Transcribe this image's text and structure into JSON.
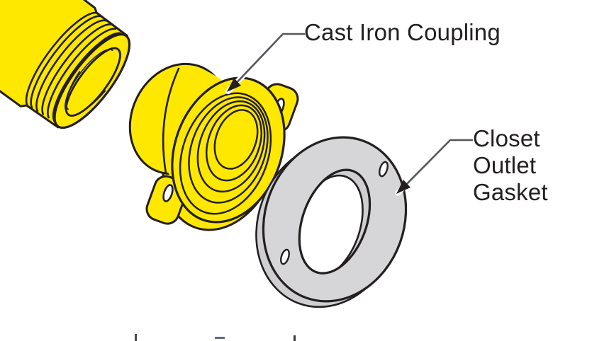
{
  "page": {
    "background": "#ffffff",
    "kind": "exploded parts diagram"
  },
  "figure": {
    "parts": [
      {
        "id": "threaded-pipe",
        "description": "threaded yellow pipe end",
        "fill": "#FFE800"
      },
      {
        "id": "cast-iron-coupling",
        "description": "yellow flanged coupling with ear lugs",
        "fill": "#FFE800"
      },
      {
        "id": "closet-outlet-gasket",
        "description": "gray ring gasket with bolt holes",
        "fill": "#D6D6D8"
      }
    ],
    "callouts": [
      {
        "text": "Cast Iron Coupling",
        "target": "cast-iron-coupling"
      },
      {
        "text": "Closet\nOutlet\nGasket",
        "target": "closet-outlet-gasket"
      }
    ],
    "colors": {
      "part_yellow": "#FFE800",
      "part_gray": "#D6D6D8",
      "part_gray_edge": "#CFCFD1",
      "outline": "#231F20",
      "leader_line": "#54565A",
      "label_text": "#231F20",
      "background": "#FFFFFF"
    }
  }
}
